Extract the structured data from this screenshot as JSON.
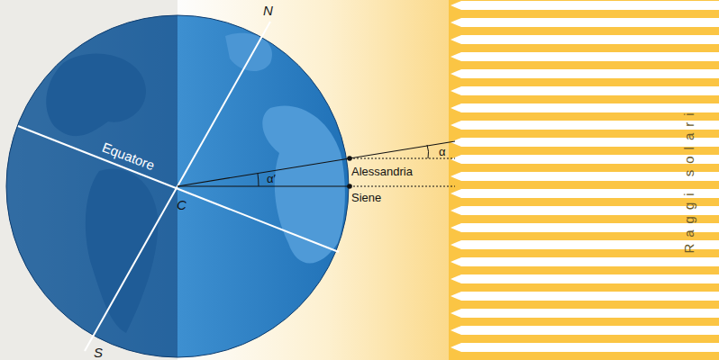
{
  "diagram": {
    "labels": [
      "N",
      "Equatore",
      "C",
      "α′",
      "α",
      "Alessandria",
      "Siene",
      "S",
      "Raggi solari"
    ]
  }
}
